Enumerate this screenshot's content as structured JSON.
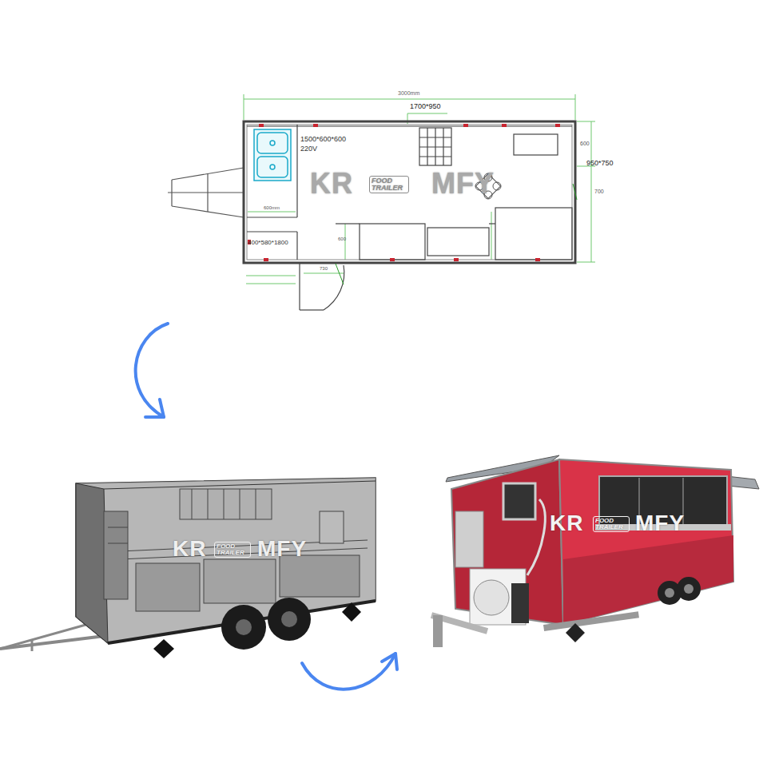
{
  "diagram": {
    "labels": [
      "3000mm",
      "1700*950",
      "1500*600*600",
      "220V",
      "950*750",
      "600",
      "700",
      "600mm",
      "400*580*1800",
      "730",
      "600",
      "KR",
      "FOOD TRAILER",
      "MFY",
      "KR",
      "FOOD TRAILER",
      "MFY",
      "KR",
      "FOOD TRAILER",
      "MFY"
    ]
  }
}
